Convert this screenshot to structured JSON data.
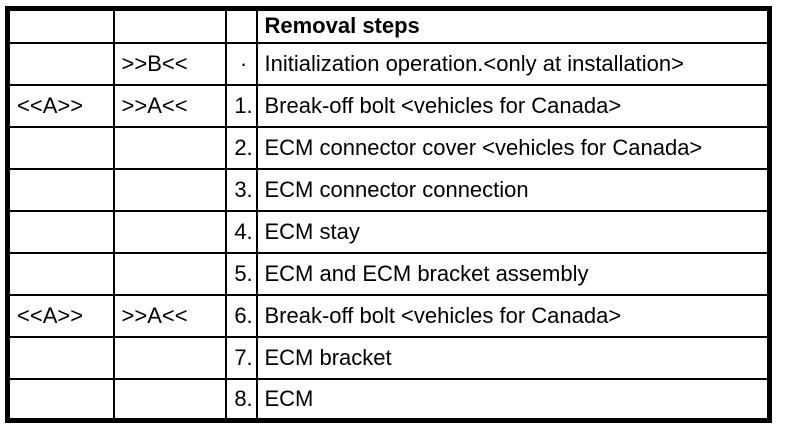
{
  "table": {
    "title": "Removal steps",
    "colors": {
      "border": "#000000",
      "text": "#000000",
      "background": "#ffffff"
    },
    "header": {
      "c1": "",
      "c2": "",
      "c3": "",
      "c4": "Removal steps"
    },
    "rows": [
      {
        "c1": "",
        "c2": ">>B<<",
        "c3": "·",
        "c4": "Initialization operation.<only at installation>"
      },
      {
        "c1": "<<A>>",
        "c2": ">>A<<",
        "c3": "1.",
        "c4": "Break-off bolt <vehicles for Canada>"
      },
      {
        "c1": "",
        "c2": "",
        "c3": "2.",
        "c4": "ECM connector cover <vehicles for Canada>"
      },
      {
        "c1": "",
        "c2": "",
        "c3": "3.",
        "c4": "ECM connector connection"
      },
      {
        "c1": "",
        "c2": "",
        "c3": "4.",
        "c4": "ECM stay"
      },
      {
        "c1": "",
        "c2": "",
        "c3": "5.",
        "c4": "ECM and ECM bracket assembly"
      },
      {
        "c1": "<<A>>",
        "c2": ">>A<<",
        "c3": "6.",
        "c4": "Break-off bolt <vehicles for Canada>"
      },
      {
        "c1": "",
        "c2": "",
        "c3": "7.",
        "c4": "ECM bracket"
      },
      {
        "c1": "",
        "c2": "",
        "c3": "8.",
        "c4": "ECM"
      }
    ]
  }
}
